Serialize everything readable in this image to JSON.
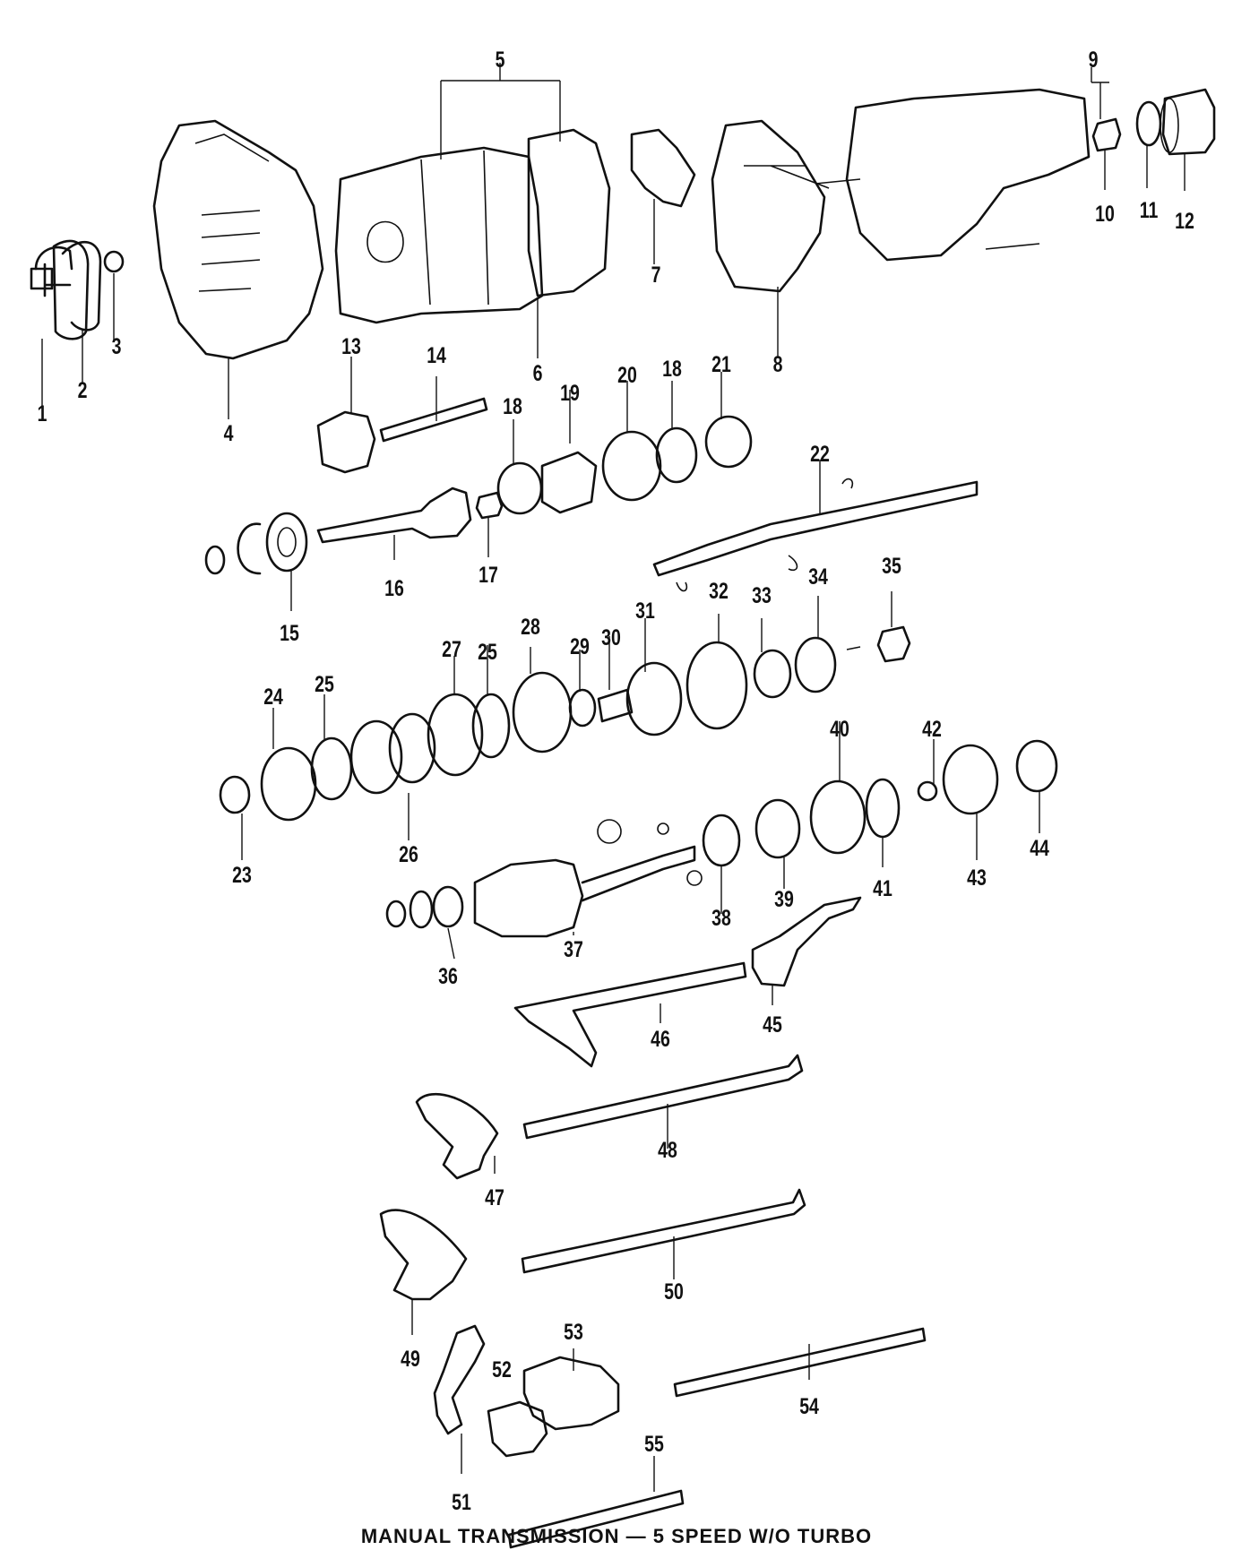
{
  "caption": "MANUAL TRANSMISSION — 5 SPEED W/O TURBO",
  "callouts": [
    "1",
    "2",
    "3",
    "4",
    "5",
    "6",
    "7",
    "8",
    "9",
    "10",
    "11",
    "12",
    "13",
    "14",
    "15",
    "16",
    "17",
    "18",
    "18",
    "19",
    "20",
    "21",
    "22",
    "23",
    "24",
    "25",
    "25",
    "26",
    "27",
    "28",
    "29",
    "30",
    "31",
    "32",
    "33",
    "34",
    "35",
    "36",
    "37",
    "38",
    "39",
    "40",
    "41",
    "42",
    "43",
    "44",
    "45",
    "46",
    "47",
    "48",
    "49",
    "50",
    "51",
    "52",
    "53",
    "54",
    "55"
  ]
}
